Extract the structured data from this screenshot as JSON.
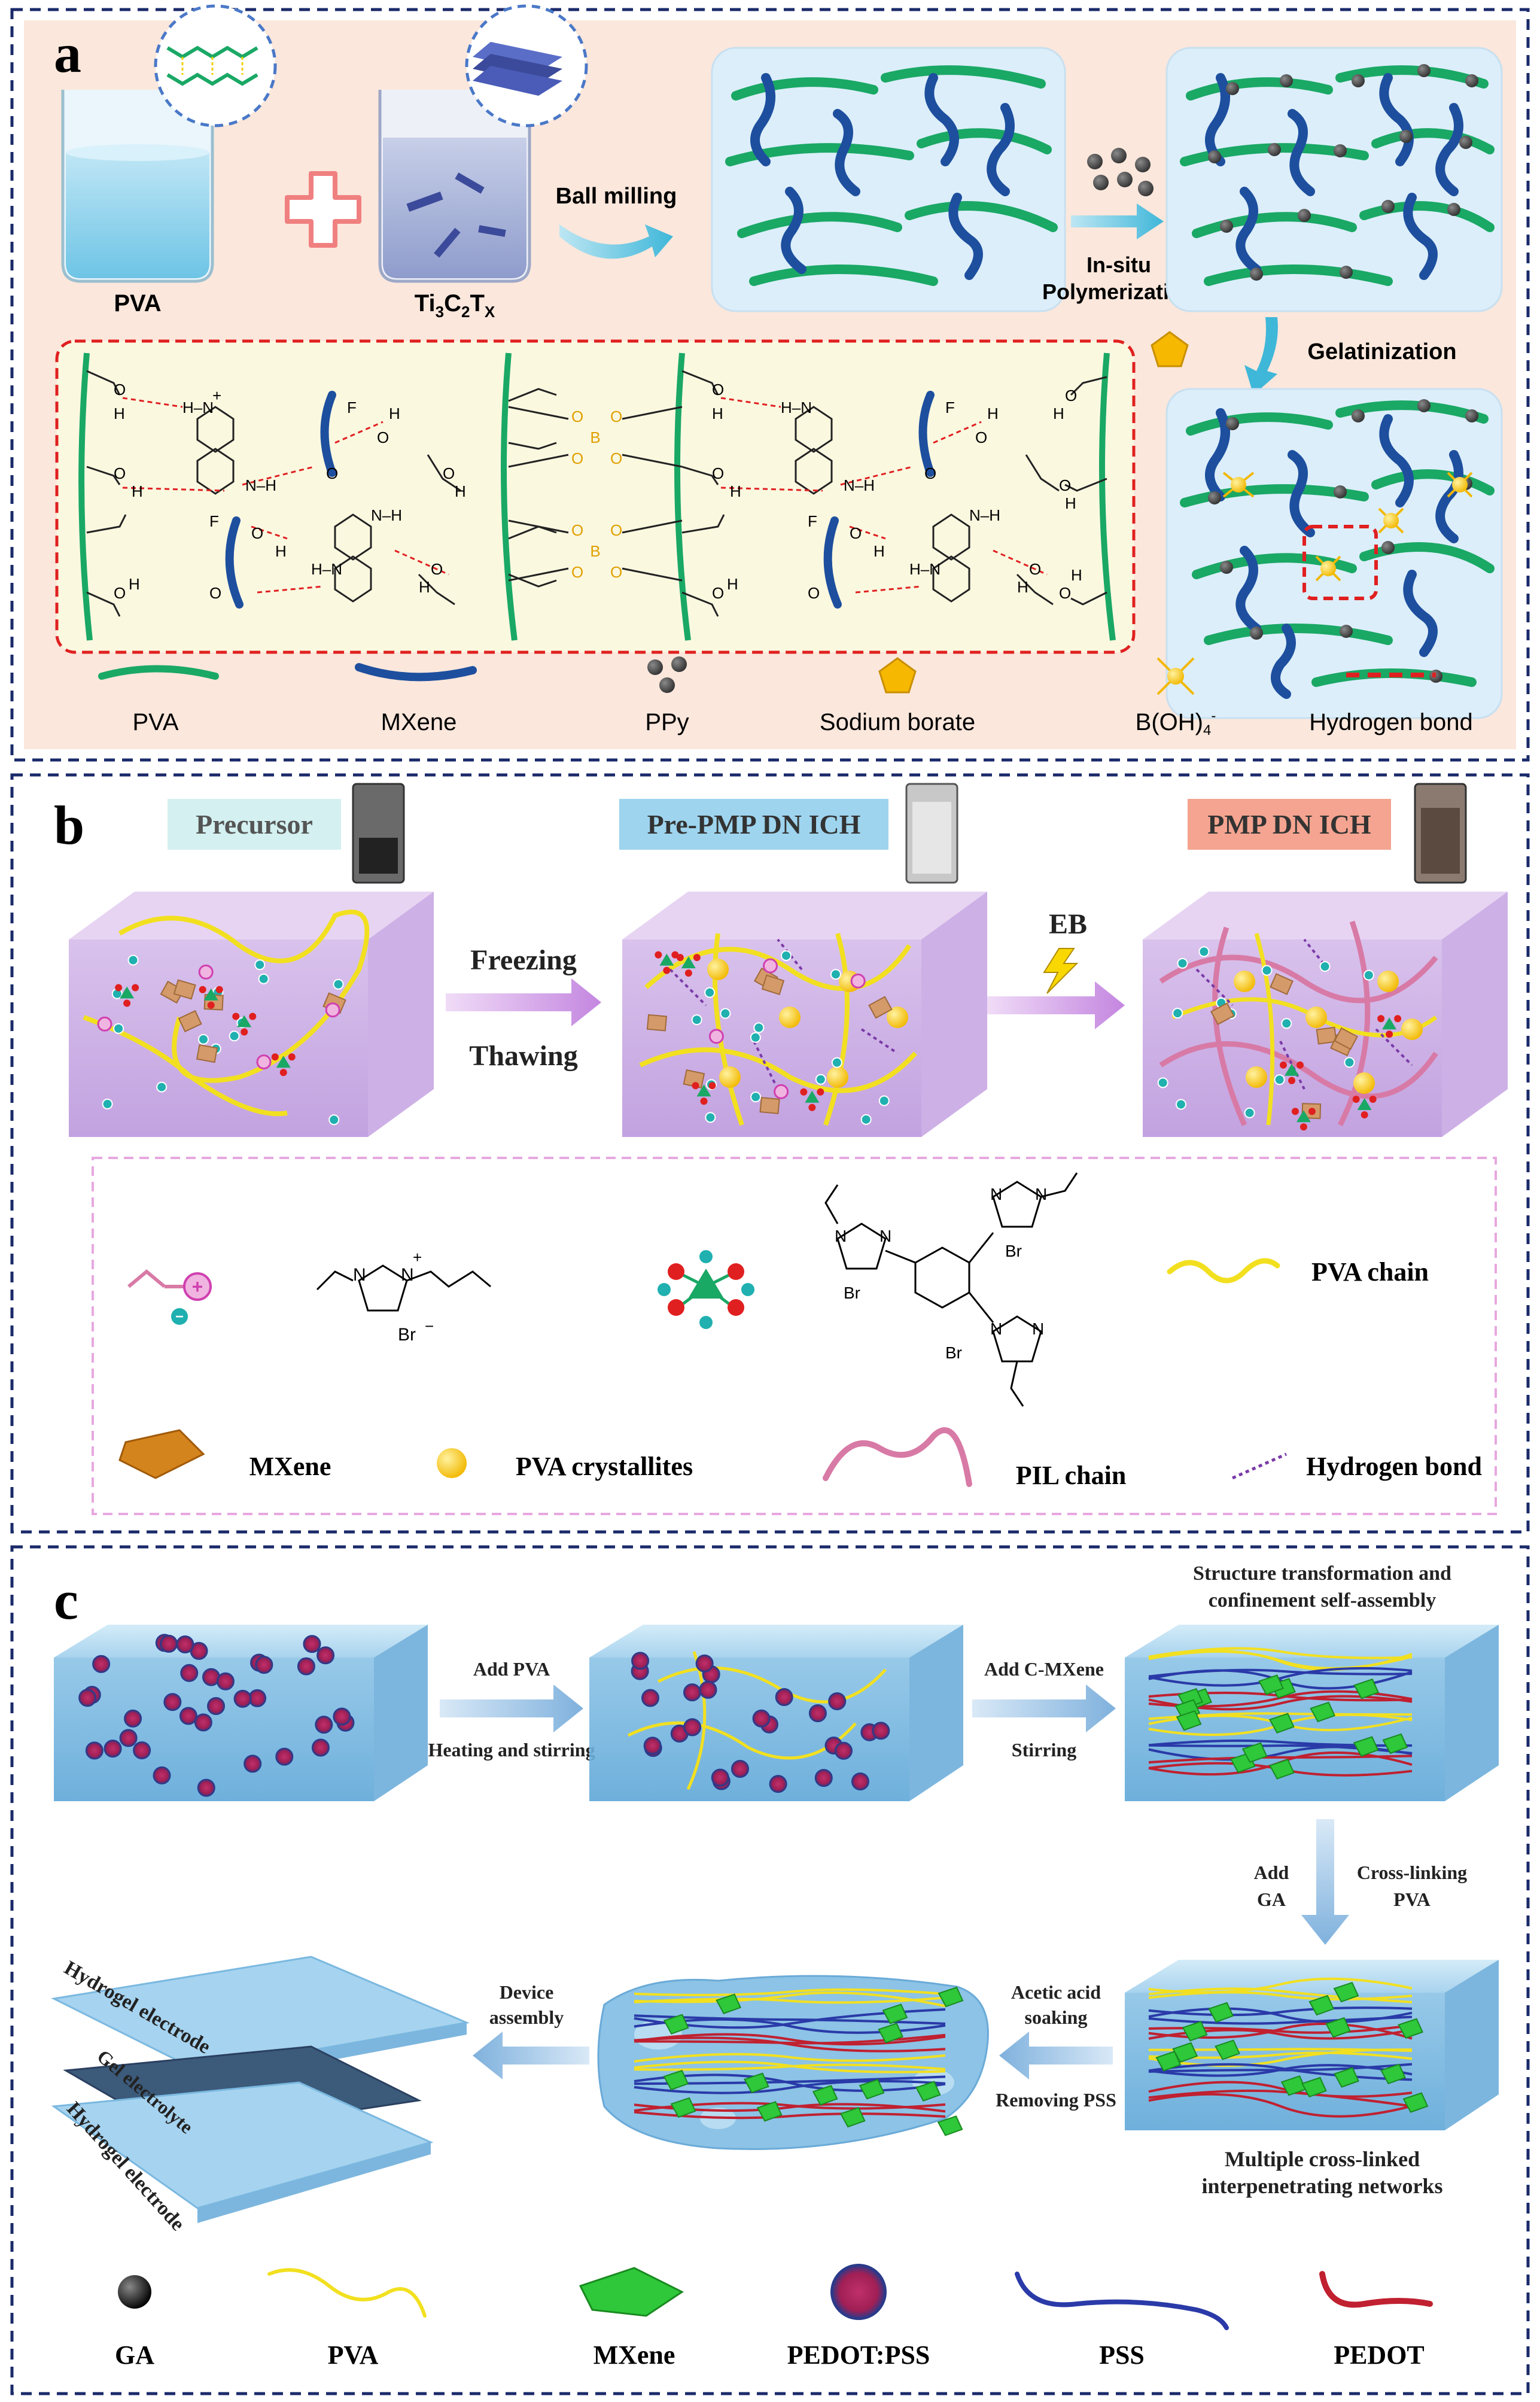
{
  "panel_a": {
    "letter": "a",
    "beaker_pva": "PVA",
    "beaker_ti": "Ti",
    "beaker_ti_sub1": "3",
    "beaker_ti_c": "C",
    "beaker_ti_sub2": "2",
    "beaker_ti_t": "T",
    "beaker_ti_sub3": "X",
    "ball_milling": "Ball milling",
    "in_situ_1": "In-situ",
    "in_situ_2": "Polymerization",
    "gelatinization": "Gelatinization",
    "legend": [
      "PVA",
      "MXene",
      "PPy",
      "Sodium borate",
      "B(OH)",
      "Hydrogen bond"
    ],
    "legend_sup": "4",
    "legend_minus": "-"
  },
  "panel_b": {
    "letter": "b",
    "precursor": "Precursor",
    "pre_pmp": "Pre-PMP DN ICH",
    "pmp": "PMP DN ICH",
    "freezing": "Freezing",
    "thawing": "Thawing",
    "eb": "EB",
    "pva_chain": "PVA chain",
    "mxene": "MXene",
    "pva_crystallites": "PVA crystallites",
    "pil_chain": "PIL chain",
    "hydrogen_bond": "Hydrogen bond",
    "br": "Br",
    "n": "N",
    "plus": "+",
    "minus": "−"
  },
  "panel_c": {
    "letter": "c",
    "add_pva": "Add PVA",
    "heating": "Heating and stirring",
    "add_cmx": "Add C-MXene",
    "stirring": "Stirring",
    "structure_1": "Structure transformation and",
    "structure_2": "confinement self-assembly",
    "add": "Add",
    "ga": "GA",
    "crosslinking_1": "Cross-linking",
    "crosslinking_2": "PVA",
    "acetic_1": "Acetic acid",
    "acetic_2": "soaking",
    "removing": "Removing PSS",
    "device_1": "Device",
    "device_2": "assembly",
    "hydrogel_electrode": "Hydrogel electrode",
    "gel_electrolyte": "Gel electrolyte",
    "multiple_1": "Multiple cross-linked",
    "multiple_2": "interpenetrating networks",
    "legend": [
      "GA",
      "PVA",
      "MXene",
      "PEDOT:PSS",
      "PSS",
      "PEDOT"
    ]
  },
  "colors": {
    "frame_dash": "#1a2a6a",
    "panel_a_bg": "#fbe7dc",
    "red_dash": "#e02020",
    "pva_green": "#1aa865",
    "mxene_blue": "#1d4f9e",
    "cyan_box": "#dceefa",
    "purple_box": "#e6d4f0",
    "yellow_chain": "#f2e020",
    "pil_pink": "#d87aa6",
    "blue_block": "#9fcbe8"
  }
}
